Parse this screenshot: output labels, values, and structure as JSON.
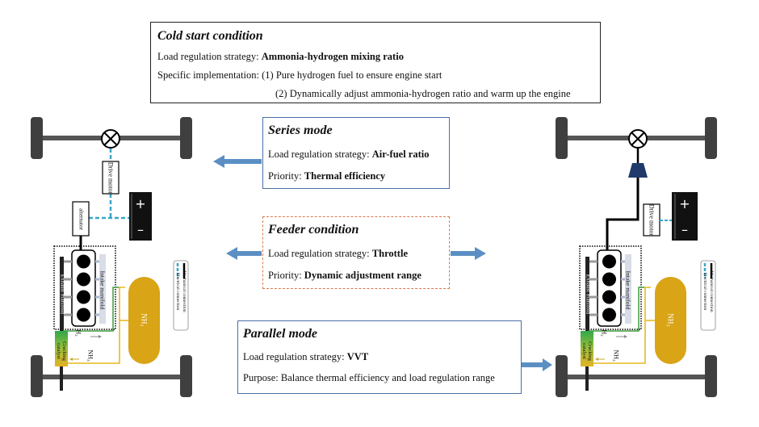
{
  "cold_start": {
    "title": "Cold start condition",
    "strategy_label": "Load regulation strategy: ",
    "strategy_value": "Ammonia-hydrogen mixing ratio",
    "impl_label": "Specific implementation: ",
    "impl_step1": "(1) Pure hydrogen fuel to ensure engine start",
    "impl_step2": "(2) Dynamically adjust ammonia-hydrogen ratio and warm up the engine"
  },
  "series_mode": {
    "title": "Series mode",
    "strategy_label": "Load regulation strategy: ",
    "strategy_value": "Air-fuel ratio",
    "priority_label": "Priority: ",
    "priority_value": "Thermal efficiency"
  },
  "feeder_condition": {
    "title": "Feeder condition",
    "strategy_label": "Load regulation strategy: ",
    "strategy_value": "Throttle",
    "priority_label": "Priority: ",
    "priority_value": "Dynamic adjustment range"
  },
  "parallel_mode": {
    "title": "Parallel mode",
    "strategy_label": "Load regulation strategy: ",
    "strategy_value": "VVT",
    "purpose_label": "Purpose: ",
    "purpose_value": "Balance thermal efficiency and load regulation range"
  },
  "left_vehicle": {
    "drive_motor": "Drive motor",
    "alternator": "alternator",
    "battery_plus": "+",
    "battery_minus": "–",
    "exhaust_manifold": "Exhaust manifold",
    "intake_manifold": "Intake manifold",
    "tank_label": "NH₃",
    "cracking_catalyst": "Cracking catalyst",
    "h2_label": "H₂",
    "nh3_label": "NH₃",
    "legend_mechanical": "Mechanical connection",
    "legend_electrical": "Electrical connection"
  },
  "right_vehicle": {
    "drive_motor": "Drive motor",
    "battery_plus": "+",
    "battery_minus": "–",
    "exhaust_manifold": "Exhaust manifold",
    "intake_manifold": "Intake manifold",
    "tank_label": "NH₃",
    "cracking_catalyst": "Cracking catalyst",
    "h2_label": "H₂",
    "nh3_label": "NH₃",
    "legend_mechanical": "Mechanical connection",
    "legend_electrical": "Electrical connection"
  },
  "colors": {
    "arrow": "#5b8fc4",
    "box_border_blue": "#4a6fa5",
    "box_border_orange": "#d87a4e",
    "tank": "#d9a416",
    "axle": "#555555",
    "wheel": "#3f3f3f",
    "electrical": "#3aa6c8",
    "transmission": "#1f3a6b",
    "h2_line": "#3d9b3d",
    "nh3_line": "#e8c23a"
  }
}
